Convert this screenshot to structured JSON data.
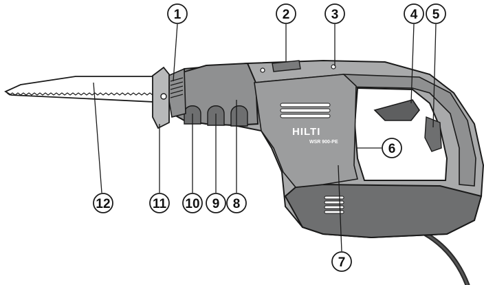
{
  "diagram": {
    "brand_logo": "HILTI",
    "model_label": "WSR 900-PE",
    "callouts": [
      {
        "id": "1",
        "label": "1"
      },
      {
        "id": "2",
        "label": "2"
      },
      {
        "id": "3",
        "label": "3"
      },
      {
        "id": "4",
        "label": "4"
      },
      {
        "id": "5",
        "label": "5"
      },
      {
        "id": "6",
        "label": "6"
      },
      {
        "id": "7",
        "label": "7"
      },
      {
        "id": "8",
        "label": "8"
      },
      {
        "id": "9",
        "label": "9"
      },
      {
        "id": "10",
        "label": "10"
      },
      {
        "id": "11",
        "label": "11"
      },
      {
        "id": "12",
        "label": "12"
      }
    ]
  },
  "colors": {
    "body_light": "#a9aaab",
    "body_mid": "#8f9091",
    "body_dark": "#5e5f60",
    "outline": "#1a1a1a",
    "blade": "#ffffff"
  }
}
